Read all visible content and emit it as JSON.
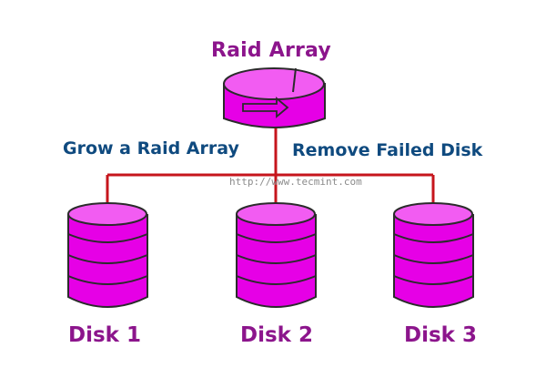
{
  "diagram": {
    "title": "Raid Array",
    "actions": {
      "grow": "Grow a Raid Array",
      "remove": "Remove Failed Disk"
    },
    "watermark": "http://www.tecmint.com",
    "disks": [
      {
        "label": "Disk 1"
      },
      {
        "label": "Disk 2"
      },
      {
        "label": "Disk 3"
      }
    ],
    "colors": {
      "magenta": "#e600e6",
      "stroke": "#2b2b2b",
      "connector": "#c6151c",
      "title_text": "#8c158c",
      "action_text": "#0f4a7f",
      "watermark": "#8b8b8b"
    }
  }
}
